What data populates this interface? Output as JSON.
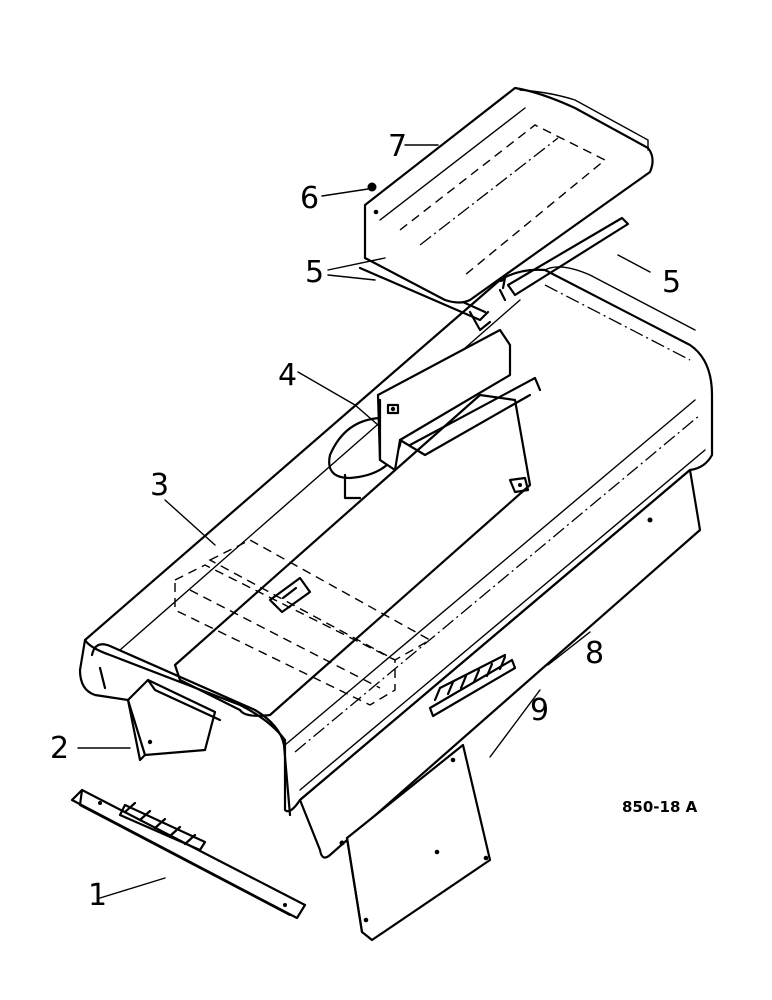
{
  "callouts": [
    {
      "id": "1",
      "label": "1"
    },
    {
      "id": "2",
      "label": "2"
    },
    {
      "id": "3",
      "label": "3"
    },
    {
      "id": "4",
      "label": "4"
    },
    {
      "id": "5a",
      "label": "5"
    },
    {
      "id": "5b",
      "label": "5"
    },
    {
      "id": "6",
      "label": "6"
    },
    {
      "id": "7",
      "label": "7"
    },
    {
      "id": "8",
      "label": "8"
    },
    {
      "id": "9",
      "label": "9"
    }
  ],
  "reference_code": "850-18 A"
}
